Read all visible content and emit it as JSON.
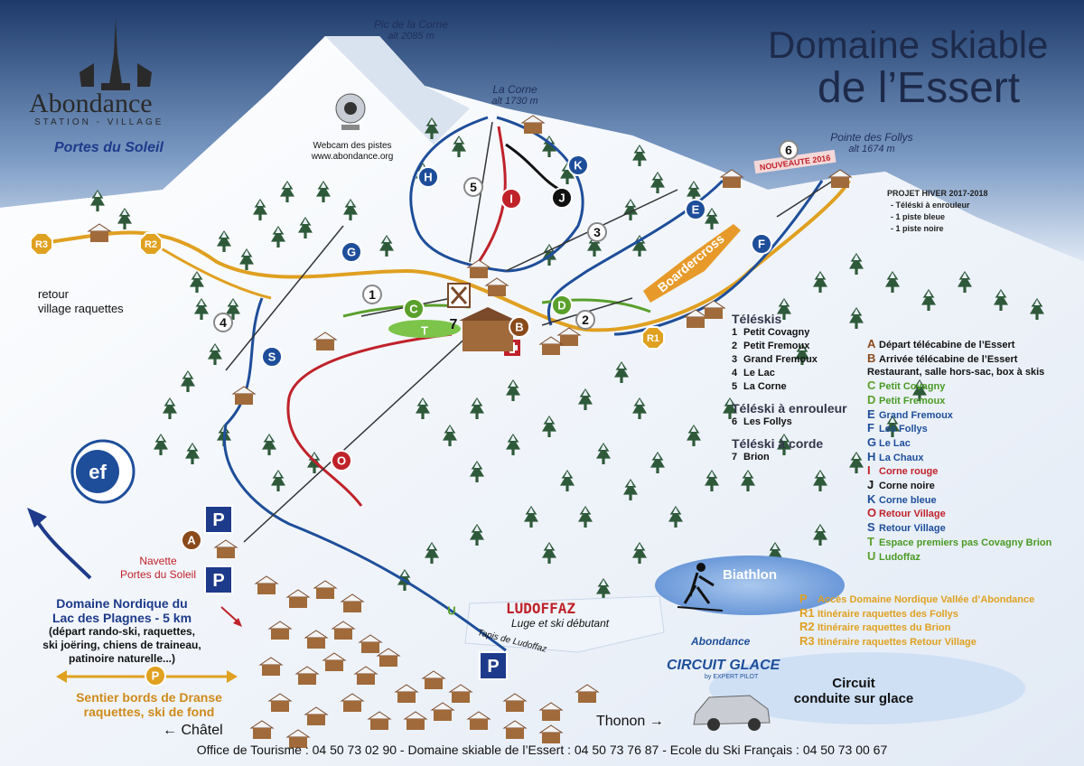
{
  "title": {
    "line1": "Domaine skiable",
    "line2": "de l’Essert"
  },
  "logo": {
    "name": "Abondance",
    "tagline": "STATION - VILLAGE",
    "portes": "Portes du Soleil"
  },
  "peaks": [
    {
      "id": "pic-corne",
      "name": "Pic de la Corne",
      "alt": "alt 2085 m"
    },
    {
      "id": "la-corne",
      "name": "La Corne",
      "alt": "alt 1730 m"
    },
    {
      "id": "pointe-follys",
      "name": "Pointe des Follys",
      "alt": "alt 1674 m"
    }
  ],
  "webcam": {
    "label": "Webcam des pistes",
    "url": "www.abondance.org"
  },
  "projet": {
    "title": "PROJET HIVER 2017-2018",
    "items": [
      "- Téléski à enrouleur",
      "- 1 piste bleue",
      "- 1 piste noire"
    ]
  },
  "nouveaute": "NOUVEAUTE 2016",
  "boardercross": "Boardercross",
  "retour_raquettes": {
    "line1": "retour",
    "line2": "village raquettes"
  },
  "legend_lifts": {
    "teleskis_title": "Téléskis",
    "teleskis": [
      {
        "num": "1",
        "name": "Petit Covagny"
      },
      {
        "num": "2",
        "name": "Petit Fremoux"
      },
      {
        "num": "3",
        "name": "Grand Fremoux"
      },
      {
        "num": "4",
        "name": "Le Lac"
      },
      {
        "num": "5",
        "name": "La Corne"
      }
    ],
    "enrouleur_title": "Téléski à enrouleur",
    "enrouleur": [
      {
        "num": "6",
        "name": "Les Follys"
      }
    ],
    "corde_title": "Téléski à corde",
    "corde": [
      {
        "num": "7",
        "name": "Brion"
      }
    ]
  },
  "legend_pistes": [
    {
      "key": "A",
      "label": "Départ télécabine de l’Essert",
      "color": "#8a4a1a",
      "text": "#111111"
    },
    {
      "key": "B",
      "label": "Arrivée télécabine de l’Essert",
      "color": "#8a4a1a",
      "text": "#111111"
    },
    {
      "key": "",
      "label": "Restaurant, salle hors-sac, box à skis",
      "color": "#111111",
      "text": "#111111"
    },
    {
      "key": "C",
      "label": "Petit Covagny",
      "color": "#5aa02c",
      "text": "#4a9a24"
    },
    {
      "key": "D",
      "label": "Petit Fremoux",
      "color": "#5aa02c",
      "text": "#4a9a24"
    },
    {
      "key": "E",
      "label": "Grand Fremoux",
      "color": "#1e4e9a",
      "text": "#1e4e9a"
    },
    {
      "key": "F",
      "label": "Les Follys",
      "color": "#1e4e9a",
      "text": "#1e4e9a"
    },
    {
      "key": "G",
      "label": "Le Lac",
      "color": "#1e4e9a",
      "text": "#1e4e9a"
    },
    {
      "key": "H",
      "label": "La Chaux",
      "color": "#1e4e9a",
      "text": "#1e4e9a"
    },
    {
      "key": "I",
      "label": "Corne rouge",
      "color": "#c0222a",
      "text": "#c0222a"
    },
    {
      "key": "J",
      "label": "Corne noire",
      "color": "#111111",
      "text": "#111111"
    },
    {
      "key": "K",
      "label": "Corne bleue",
      "color": "#1e4e9a",
      "text": "#1e4e9a"
    },
    {
      "key": "O",
      "label": "Retour Village",
      "color": "#c0222a",
      "text": "#c0222a"
    },
    {
      "key": "S",
      "label": "Retour Village",
      "color": "#1e4e9a",
      "text": "#1e4e9a"
    },
    {
      "key": "T",
      "label": "Espace premiers pas Covagny Brion",
      "color": "#5aa02c",
      "text": "#4a9a24"
    },
    {
      "key": "U",
      "label": "Ludoffaz",
      "color": "#5aa02c",
      "text": "#4a9a24"
    }
  ],
  "legend_raquettes": [
    {
      "key": "P",
      "label": "Accès Domaine Nordique Vallée d’Abondance"
    },
    {
      "key": "R1",
      "label": "Itinéraire raquettes des Follys"
    },
    {
      "key": "R2",
      "label": "Itinéraire raquettes du Brion"
    },
    {
      "key": "R3",
      "label": "Itinéraire raquettes Retour Village"
    }
  ],
  "biathlon": "Biathlon",
  "ludoffaz": {
    "title": "LUDOFFAZ",
    "subtitle": "Luge et ski débutant",
    "tapis": "Tapis de Ludoffaz"
  },
  "circuit": {
    "brand1": "Abondance",
    "brand2": "CIRCUIT GLACE",
    "brand3": "by EXPERT PILOT",
    "line1": "Circuit",
    "line2": "conduite sur glace"
  },
  "navette": {
    "line1": "Navette",
    "line2": "Portes du Soleil"
  },
  "nordique": {
    "title1": "Domaine Nordique du",
    "title2": "Lac des Plagnes - 5 km",
    "desc1": "(départ rando-ski, raquettes,",
    "desc2": "ski joëring, chiens de traineau,",
    "desc3": "patinoire naturelle...)"
  },
  "sentier": {
    "line1": "Sentier bords de Dranse",
    "line2": "raquettes, ski de fond"
  },
  "directions": {
    "chatel": "Châtel",
    "thonon": "Thonon"
  },
  "esf": "ef",
  "footer": "Office de Tourisme : 04 50 73 02 90 - Domaine skiable de l’Essert : 04 50 73 76 87 - Ecole du Ski Français : 04 50 73 00 67",
  "map_markers": {
    "pistes": [
      "A",
      "B",
      "C",
      "D",
      "E",
      "F",
      "G",
      "H",
      "I",
      "J",
      "K",
      "O",
      "S",
      "T",
      "U"
    ],
    "lifts": [
      "1",
      "2",
      "3",
      "4",
      "5",
      "6",
      "7"
    ],
    "raquettes": [
      "R1",
      "R2",
      "R3"
    ],
    "parking": "P"
  },
  "colors": {
    "blue": "#1e4e9a",
    "red": "#c0222a",
    "black": "#111111",
    "green": "#5aa02c",
    "orange": "#e0a020",
    "brown": "#8a4a1a",
    "sky": "#1d3a6a"
  }
}
